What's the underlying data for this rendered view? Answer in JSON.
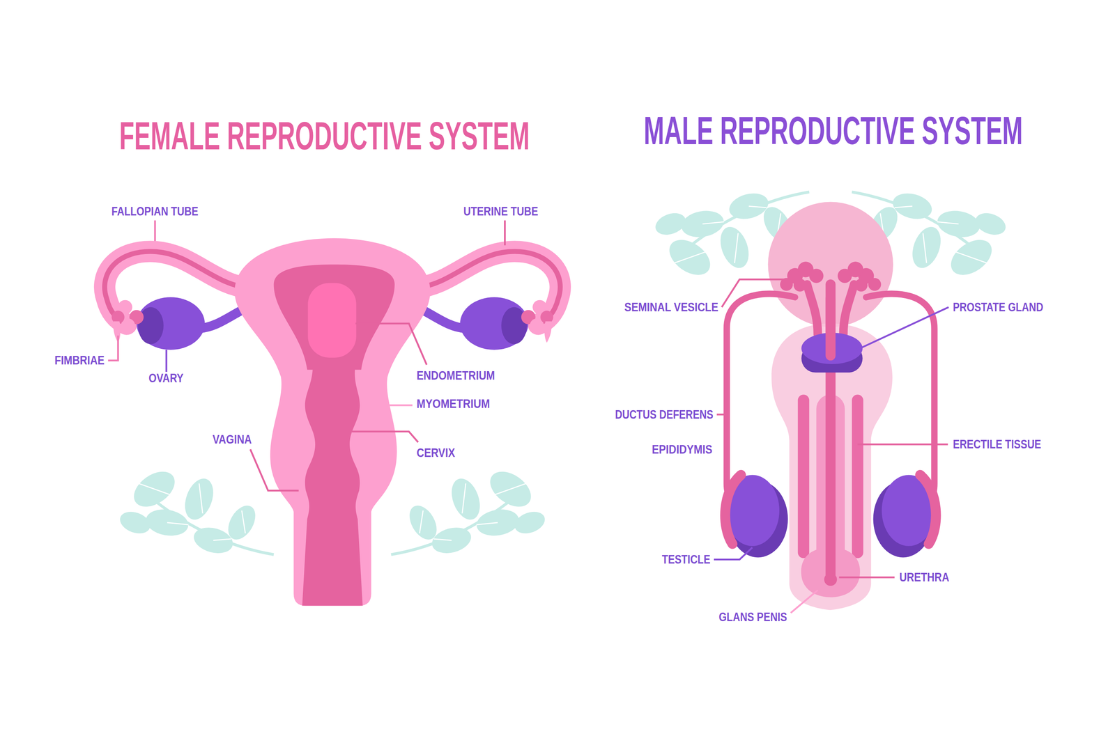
{
  "diagram": {
    "labels": [
      "FEMALE REPRODUCTIVE SYSTEM",
      "MALE REPRODUCTIVE SYSTEM",
      "FALLOPIAN TUBE",
      "UTERINE TUBE",
      "FIMBRIAE",
      "OVARY",
      "ENDOMETRIUM",
      "MYOMETRIUM",
      "VAGINA",
      "CERVIX",
      "SEMINAL VESICLE",
      "PROSTATE GLAND",
      "DUCTUS DEFERENS",
      "EPIDIDYMIS",
      "ERECTILE TISSUE",
      "TESTICLE",
      "URETHRA",
      "GLANS PENIS"
    ]
  }
}
